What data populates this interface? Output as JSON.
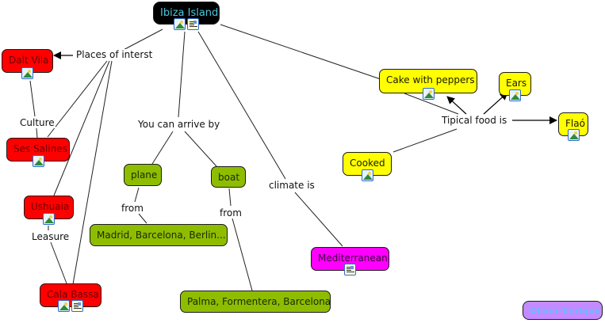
{
  "map": {
    "root": {
      "id": "ibiza",
      "label": "Ibiza Island",
      "icons": [
        "image-icon",
        "document-icon"
      ]
    },
    "nodes": [
      {
        "id": "ibiza",
        "label": "Ibiza Island",
        "color": "#000000",
        "icons": [
          "image-icon",
          "document-icon"
        ]
      },
      {
        "id": "dalt_vila",
        "label": "Dalt Vila",
        "color": "#ff0000",
        "icons": [
          "image-icon"
        ]
      },
      {
        "id": "ses_salines",
        "label": "Ses Salines",
        "color": "#ff0000",
        "icons": [
          "image-icon"
        ]
      },
      {
        "id": "ushuaia",
        "label": "Ushuaia",
        "color": "#ff0000",
        "icons": [
          "image-icon"
        ]
      },
      {
        "id": "cala_bassa",
        "label": "Cala Bassa",
        "color": "#ff0000",
        "icons": [
          "image-icon",
          "document-icon"
        ]
      },
      {
        "id": "plane",
        "label": "plane",
        "color": "#8ebd00",
        "icons": []
      },
      {
        "id": "boat",
        "label": "boat",
        "color": "#8ebd00",
        "icons": []
      },
      {
        "id": "madrid",
        "label": "Madrid, Barcelona, Berlin...",
        "color": "#8ebd00",
        "icons": []
      },
      {
        "id": "palma",
        "label": "Palma, Formentera, Barcelona",
        "color": "#8ebd00",
        "icons": []
      },
      {
        "id": "mediterranean",
        "label": "Mediterranean",
        "color": "#ff00ff",
        "icons": [
          "document-icon"
        ]
      },
      {
        "id": "cake",
        "label": "Cake with peppers",
        "color": "#ffff00",
        "icons": [
          "image-icon"
        ]
      },
      {
        "id": "ears",
        "label": "Ears",
        "color": "#ffff00",
        "icons": [
          "image-icon"
        ]
      },
      {
        "id": "flao",
        "label": "Flaó",
        "color": "#ffff00",
        "icons": [
          "image-icon"
        ]
      },
      {
        "id": "cooked",
        "label": "Cooked",
        "color": "#ffff00",
        "icons": [
          "image-icon"
        ]
      },
      {
        "id": "author",
        "label": "Oliver-Enrique",
        "color": "#c38bff",
        "icons": []
      }
    ],
    "link_labels": [
      {
        "id": "places",
        "label": "Places of interst"
      },
      {
        "id": "culture",
        "label": "Culture"
      },
      {
        "id": "leasure",
        "label": "Leasure"
      },
      {
        "id": "arrive",
        "label": "You can arrive by"
      },
      {
        "id": "from1",
        "label": "from"
      },
      {
        "id": "from2",
        "label": "from"
      },
      {
        "id": "climate",
        "label": "climate is"
      },
      {
        "id": "food",
        "label": "Tipical food is"
      }
    ],
    "connections": [
      [
        "ibiza",
        "places"
      ],
      [
        "places",
        "dalt_vila"
      ],
      [
        "places",
        "ses_salines"
      ],
      [
        "places",
        "ushuaia"
      ],
      [
        "places",
        "cala_bassa"
      ],
      [
        "dalt_vila",
        "culture"
      ],
      [
        "culture",
        "ses_salines"
      ],
      [
        "ushuaia",
        "leasure"
      ],
      [
        "leasure",
        "cala_bassa"
      ],
      [
        "ibiza",
        "arrive"
      ],
      [
        "arrive",
        "plane"
      ],
      [
        "arrive",
        "boat"
      ],
      [
        "plane",
        "from1"
      ],
      [
        "from1",
        "madrid"
      ],
      [
        "boat",
        "from2"
      ],
      [
        "from2",
        "palma"
      ],
      [
        "ibiza",
        "climate"
      ],
      [
        "climate",
        "mediterranean"
      ],
      [
        "ibiza",
        "food"
      ],
      [
        "food",
        "cake"
      ],
      [
        "food",
        "ears"
      ],
      [
        "food",
        "flao"
      ],
      [
        "food",
        "cooked"
      ]
    ]
  }
}
